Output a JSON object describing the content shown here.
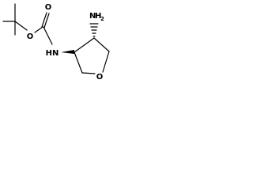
{
  "molecule": {
    "atoms": {
      "carbonyl_oxygen": "O",
      "ester_oxygen": "O",
      "carbamate_nh": "HN",
      "amine_n": "N",
      "amine_h": "H",
      "amine_h_count": "2",
      "ring_oxygen": "O"
    },
    "stereo_bonds": {
      "nh_attachment": "wedge",
      "amine_attachment": "hash"
    }
  }
}
